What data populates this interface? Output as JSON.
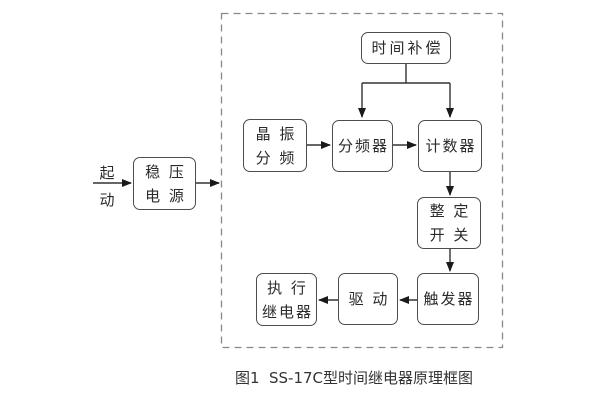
{
  "colors": {
    "background": "#ffffff",
    "box_border": "#4d4d4d",
    "connector_line": "#333333",
    "arrowhead": "#1a1a1a",
    "dashed_enclosure": "#898989",
    "text": "#2b2b2b"
  },
  "diagram": {
    "start_label": {
      "line1": "起",
      "line2": "动"
    },
    "blocks": {
      "power_supply": {
        "line1": "稳 压",
        "line2": "电 源"
      },
      "time_compensation": {
        "label": "时间补偿"
      },
      "crystal_divider": {
        "line1": "晶 振",
        "line2": "分 频"
      },
      "frequency_divider": {
        "label": "分频器"
      },
      "counter": {
        "label": "计数器"
      },
      "setting_switch": {
        "line1": "整 定",
        "line2": "开 关"
      },
      "trigger": {
        "label": "触发器"
      },
      "driver": {
        "label": "驱 动"
      },
      "output_relay": {
        "line1": "执 行",
        "line2": "继电器"
      }
    },
    "connections": [
      "起动 → 稳压电源",
      "稳压电源 → 虚线框(内部电路)",
      "晶振分频 → 分频器",
      "分频器 → 计数器",
      "时间补偿 → 分频器",
      "时间补偿 → 计数器",
      "计数器 → 整定开关",
      "整定开关 → 触发器",
      "触发器 → 驱动",
      "驱动 → 执行继电器"
    ],
    "caption": "图1  SS-17C型时间继电器原理框图"
  }
}
